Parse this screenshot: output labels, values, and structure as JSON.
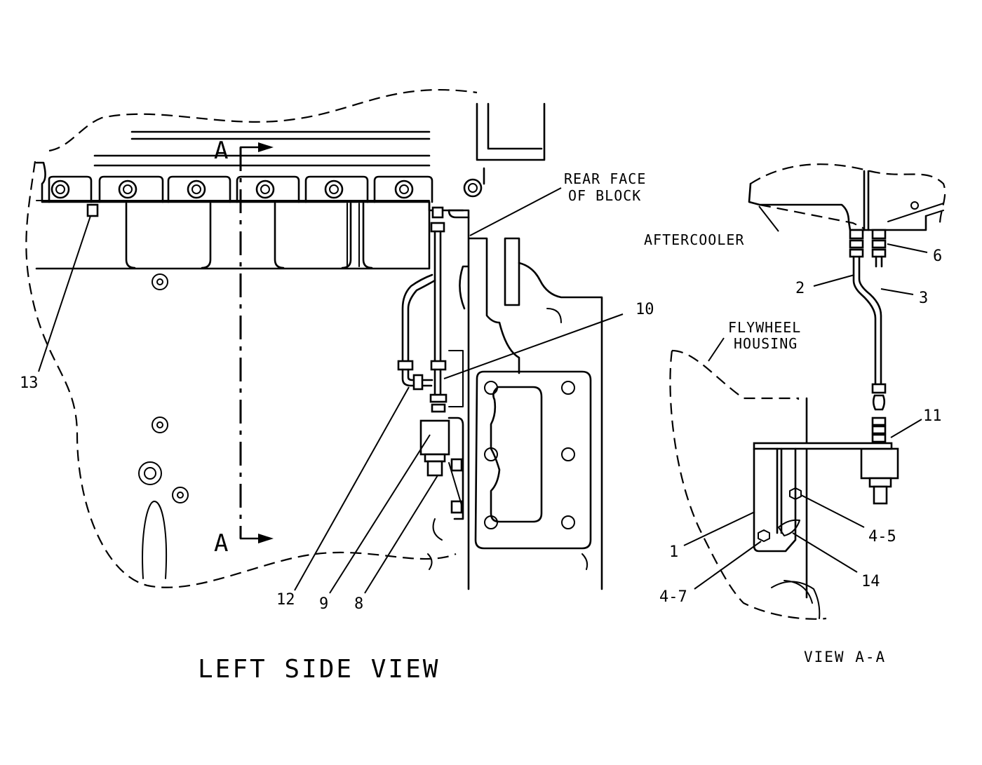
{
  "left_view": {
    "title": "LEFT SIDE VIEW",
    "section_marker_top": "A",
    "section_marker_bottom": "A",
    "note_rear_face_line1": "REAR FACE",
    "note_rear_face_line2": "OF BLOCK",
    "callouts": {
      "c13": "13",
      "c12": "12",
      "c9": "9",
      "c8": "8",
      "c10": "10"
    }
  },
  "view_aa": {
    "title": "VIEW A-A",
    "note_aftercooler": "AFTERCOOLER",
    "note_flywheel_line1": "FLYWHEEL",
    "note_flywheel_line2": "HOUSING",
    "callouts": {
      "c6": "6",
      "c2": "2",
      "c3": "3",
      "c11": "11",
      "c1": "1",
      "c4_5": "4-5",
      "c14": "14",
      "c4_7": "4-7"
    }
  }
}
